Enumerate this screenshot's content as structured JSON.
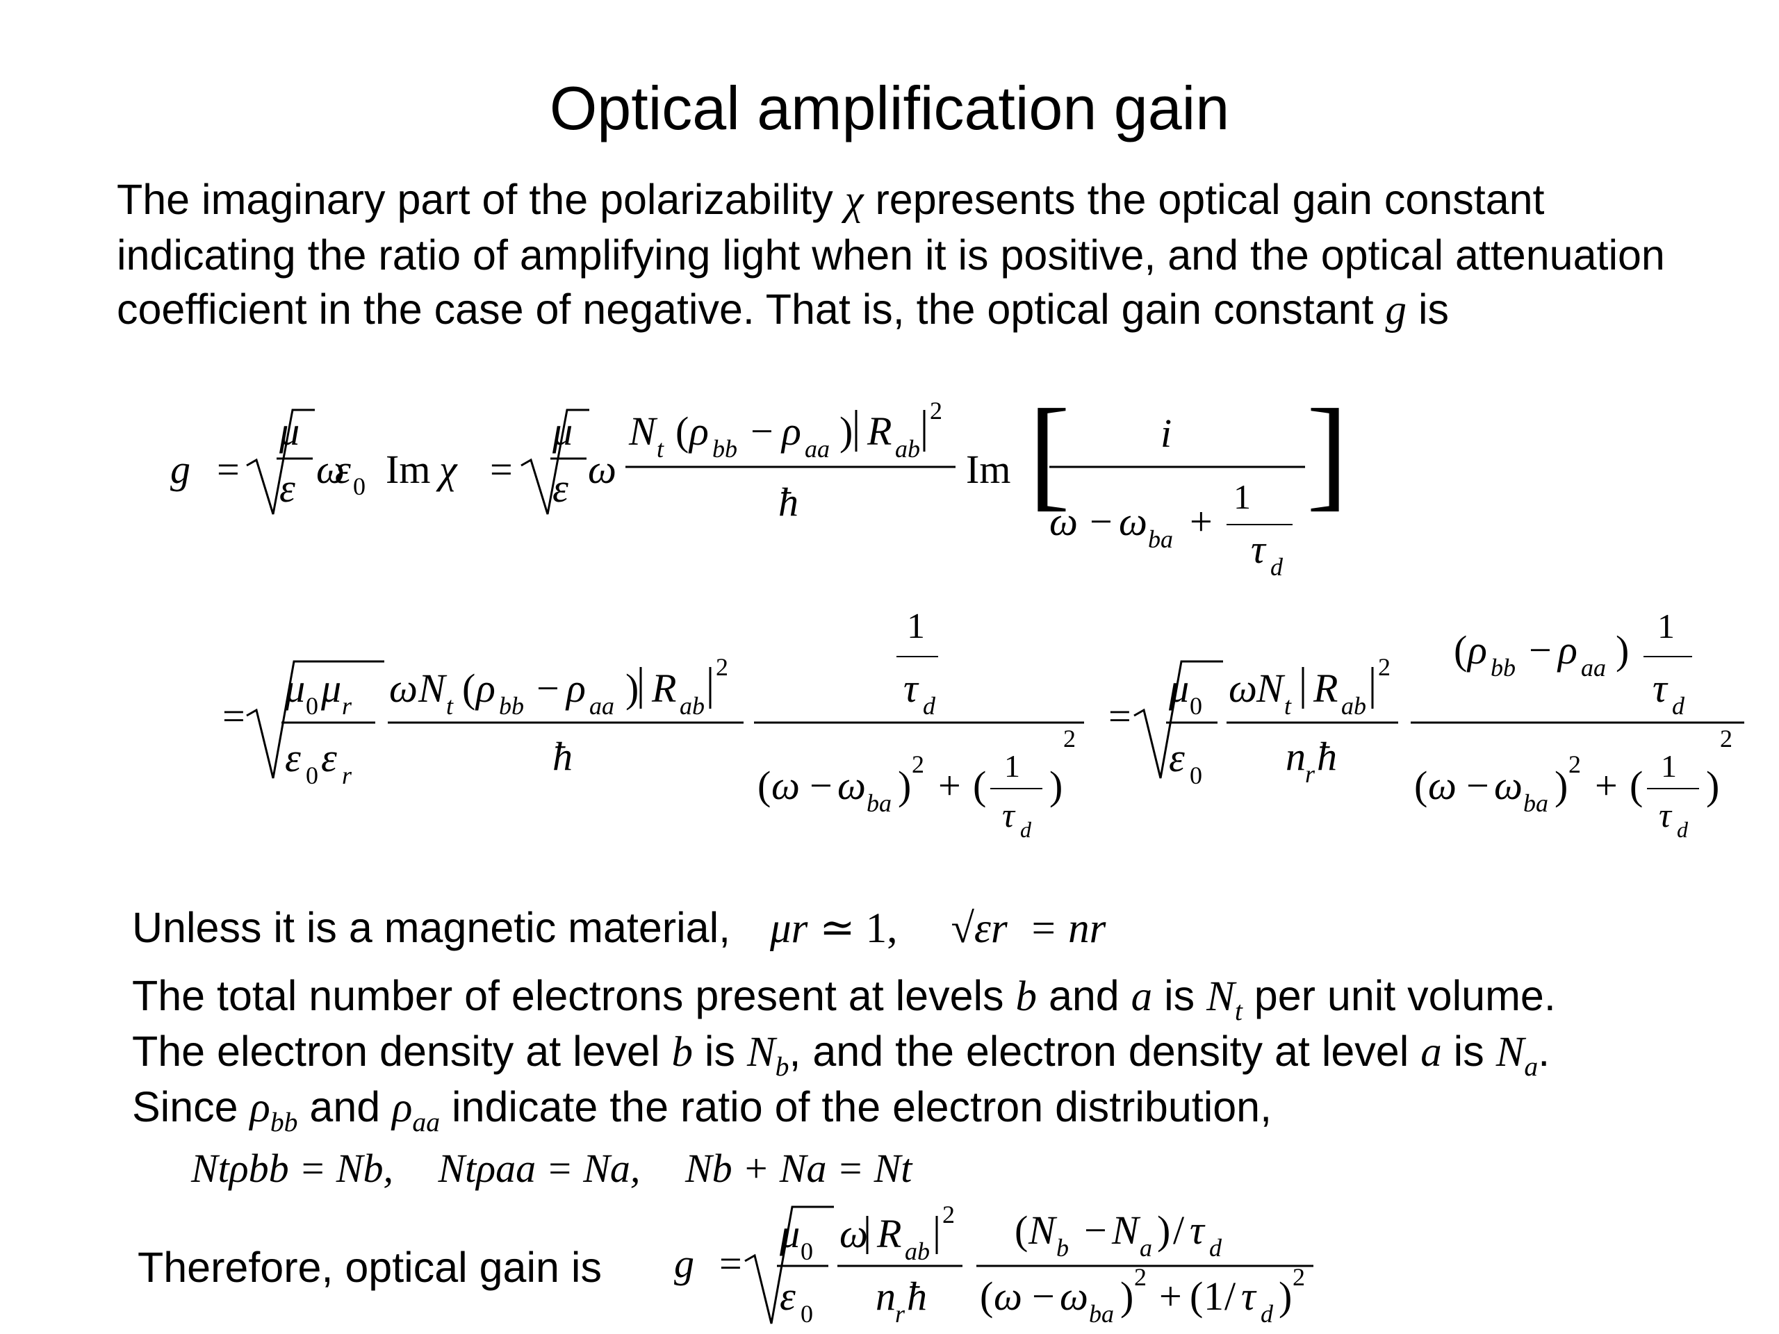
{
  "slide": {
    "title": "Optical amplification gain",
    "intro": {
      "line1_a": "The imaginary part of the polarizability ",
      "line1_sym": "χ",
      "line1_b": " represents the optical gain constant",
      "line2": "indicating the ratio of amplifying light when it is positive, and the optical attenuation",
      "line3_a": "coefficient in the case of negative. That is, the optical gain constant ",
      "line3_sym": "g",
      "line3_b": " is"
    },
    "magnetic": {
      "text": "Unless it is a magnetic material,",
      "mu_r": "μr",
      "approx": "≃ 1,",
      "root_eps_r": "√εr",
      "n_r": "= nr"
    },
    "electrons": {
      "l1_a": "The total number of electrons present at levels ",
      "l1_b": "b",
      "l1_c": " and ",
      "l1_d": "a",
      "l1_e": " is ",
      "l1_f": "N",
      "l1_f_sub": "t",
      "l1_g": " per unit volume.",
      "l2_a": "The electron density at level ",
      "l2_b": "b",
      "l2_c": " is ",
      "l2_d": "N",
      "l2_d_sub": "b",
      "l2_e": ", and the electron density at level ",
      "l2_f": "a",
      "l2_g": " is ",
      "l2_h": "N",
      "l2_h_sub": "a",
      "l2_i": ".",
      "l3_a": "Since ",
      "l3_rho": "ρ",
      "l3_bb": "bb",
      "l3_and": " and ",
      "l3_aa": "aa",
      "l3_b": "  indicate the ratio of the electron distribution,"
    },
    "relations": {
      "r1": "Ntρbb = Nb,",
      "r2": "Ntρaa = Na,",
      "r3": "Nb + Na = Nt"
    },
    "conclusion": {
      "text": "Therefore, optical gain is",
      "g": "g",
      "eq": "="
    },
    "equations": {
      "g": "g",
      "eq": "=",
      "Im": "Im",
      "hbar": "ħ",
      "i": "i",
      "one": "1",
      "two": "2",
      "N": "N",
      "R": "R",
      "n": "n",
      "t": "t",
      "r": "r",
      "d": "d",
      "ab": "ab",
      "bb": "bb",
      "aa": "aa",
      "ba": "ba",
      "zero": "0",
      "mu": "μ",
      "eps": "ε",
      "rho": "ρ",
      "omega": "ω",
      "tau": "τ",
      "chi": "χ",
      "minus": "−",
      "plus": "+",
      "lpar": "(",
      "rpar": ")",
      "slash": "/",
      "bar": "|",
      "approx": "≃",
      "lbr": "[",
      "rbr": "]"
    }
  }
}
